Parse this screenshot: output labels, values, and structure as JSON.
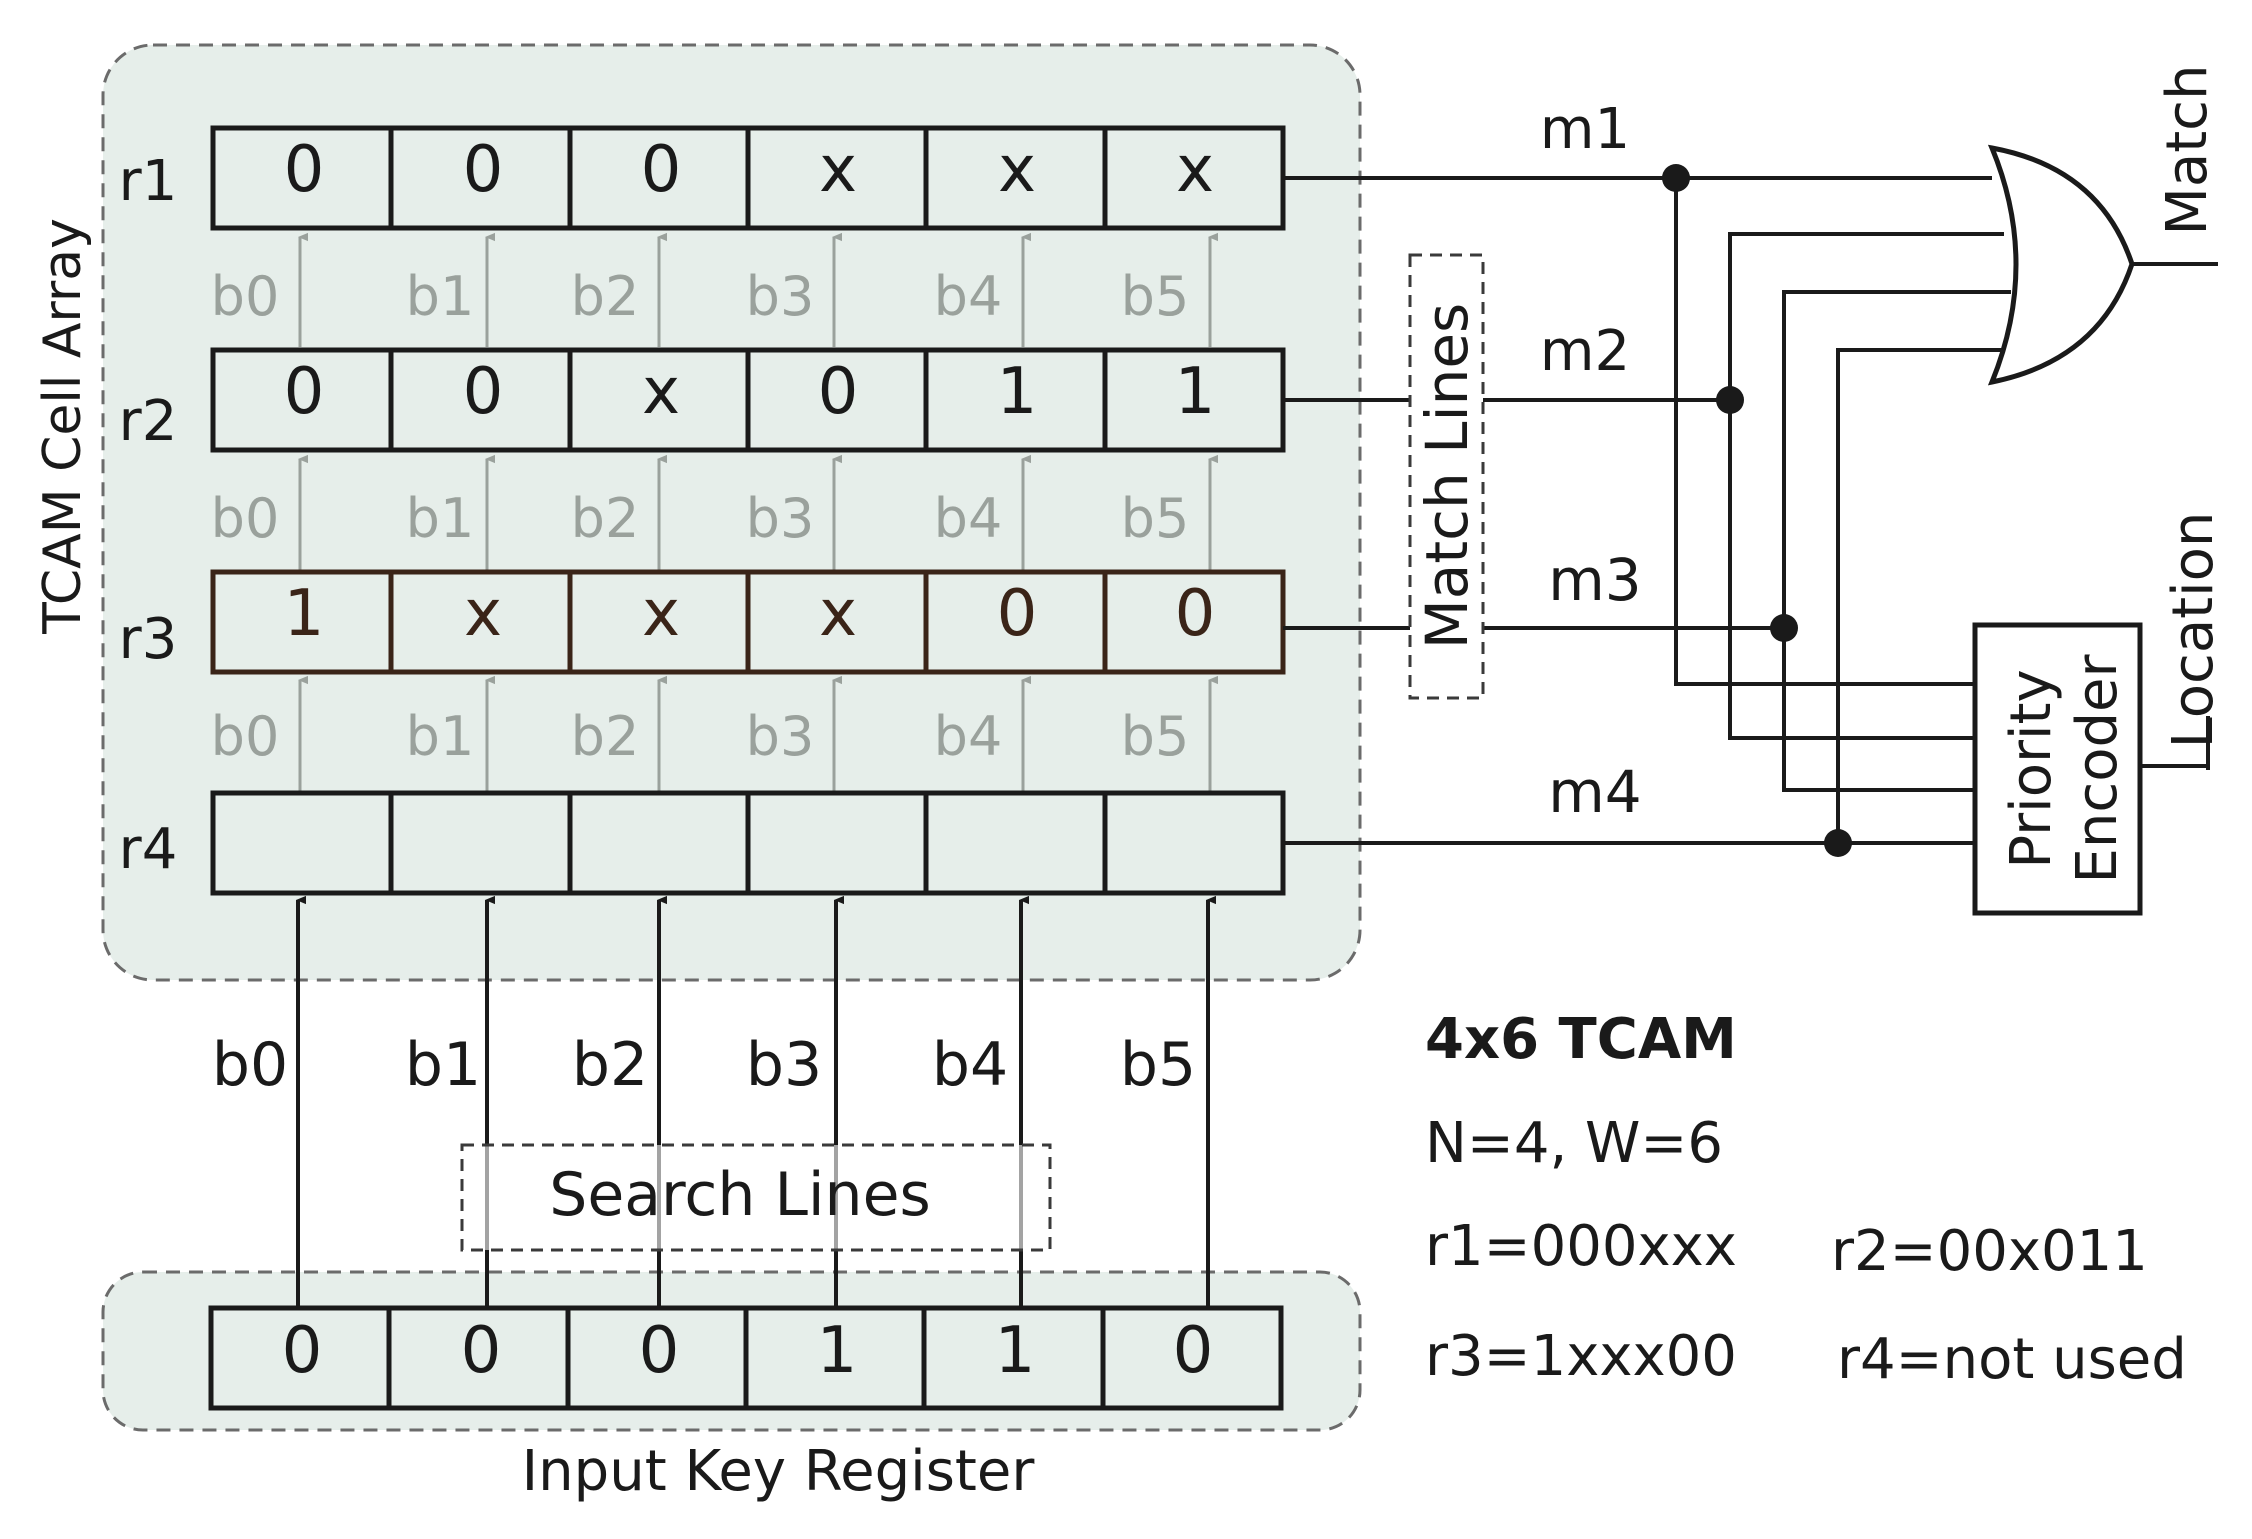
{
  "colors": {
    "panel": "#e6eeea",
    "ink": "#1a1a1a",
    "grey_line": "#9aa19c",
    "dash": "#6b6b6b",
    "r3_border": "#3a2418"
  },
  "array_title": "TCAM Cell Array",
  "input_title": "Input Key Register",
  "match_lines_label": "Match Lines",
  "search_lines_label": "Search Lines",
  "rows": [
    {
      "label": "r1",
      "cells": [
        "0",
        "0",
        "0",
        "x",
        "x",
        "x"
      ],
      "match": "m1"
    },
    {
      "label": "r2",
      "cells": [
        "0",
        "0",
        "x",
        "0",
        "1",
        "1"
      ],
      "match": "m2"
    },
    {
      "label": "r3",
      "cells": [
        "1",
        "x",
        "x",
        "x",
        "0",
        "0"
      ],
      "match": "m3"
    },
    {
      "label": "r4",
      "cells": [
        "",
        "",
        "",
        "",
        "",
        ""
      ],
      "match": "m4"
    }
  ],
  "bit_labels": [
    "b0",
    "b1",
    "b2",
    "b3",
    "b4",
    "b5"
  ],
  "input_key": [
    "0",
    "0",
    "0",
    "1",
    "1",
    "0"
  ],
  "output_match": "Match",
  "output_location": "Location",
  "encoder_lines": [
    "Priority",
    "Encoder"
  ],
  "info": {
    "title": "4x6 TCAM",
    "size": "N=4, W=6",
    "r1": "r1=000xxx",
    "r2": "r2=00x011",
    "r3": "r3=1xxx00",
    "r4": "r4=not used"
  }
}
